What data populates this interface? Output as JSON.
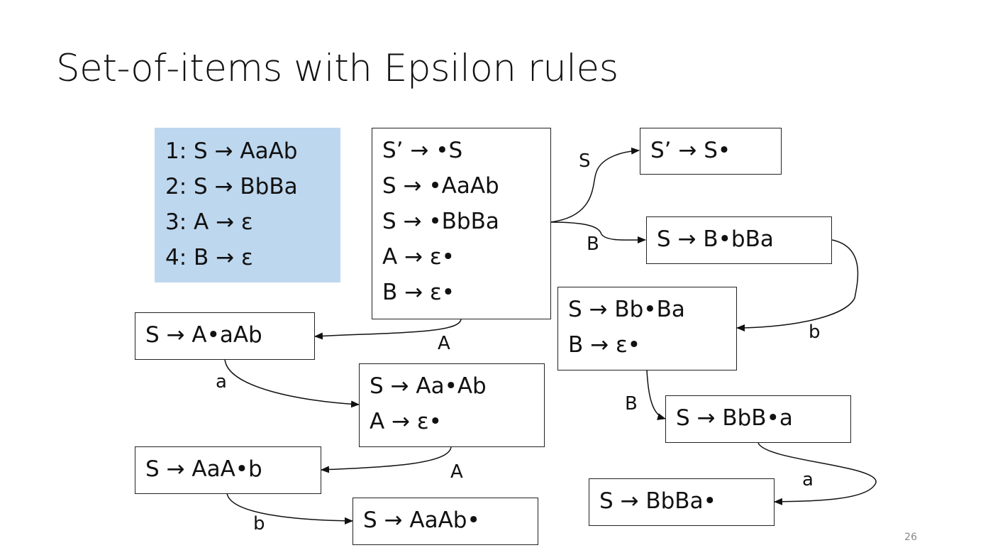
{
  "title": "Set-of-items with Epsilon rules",
  "grammar": [
    "1: S → AaAb",
    "2: S → BbBa",
    "3: A → ε",
    "4: B → ε"
  ],
  "states": {
    "i0": [
      "S’ → •S",
      "S → •AaAb",
      "S → •BbBa",
      "A → ε•",
      "B → ε•"
    ],
    "i1": [
      "S’ → S•"
    ],
    "i2": [
      "S → B•bBa"
    ],
    "i3": [
      "S → A•aAb"
    ],
    "i4": [
      "S → Bb•Ba",
      "B → ε•"
    ],
    "i5": [
      "S → Aa•Ab",
      "A → ε•"
    ],
    "i6": [
      "S → BbB•a"
    ],
    "i7": [
      "S → AaA•b"
    ],
    "i8": [
      "S → BbBa•"
    ],
    "i9": [
      "S → AaAb•"
    ]
  },
  "transitions": {
    "s": "S",
    "b_upper": "B",
    "a_upper": "A",
    "b_lower": "b",
    "a_lower": "a",
    "b_upper2": "B",
    "a_upper2": "A",
    "a_lower2": "a",
    "b_lower2": "b"
  },
  "slide_number": "26"
}
